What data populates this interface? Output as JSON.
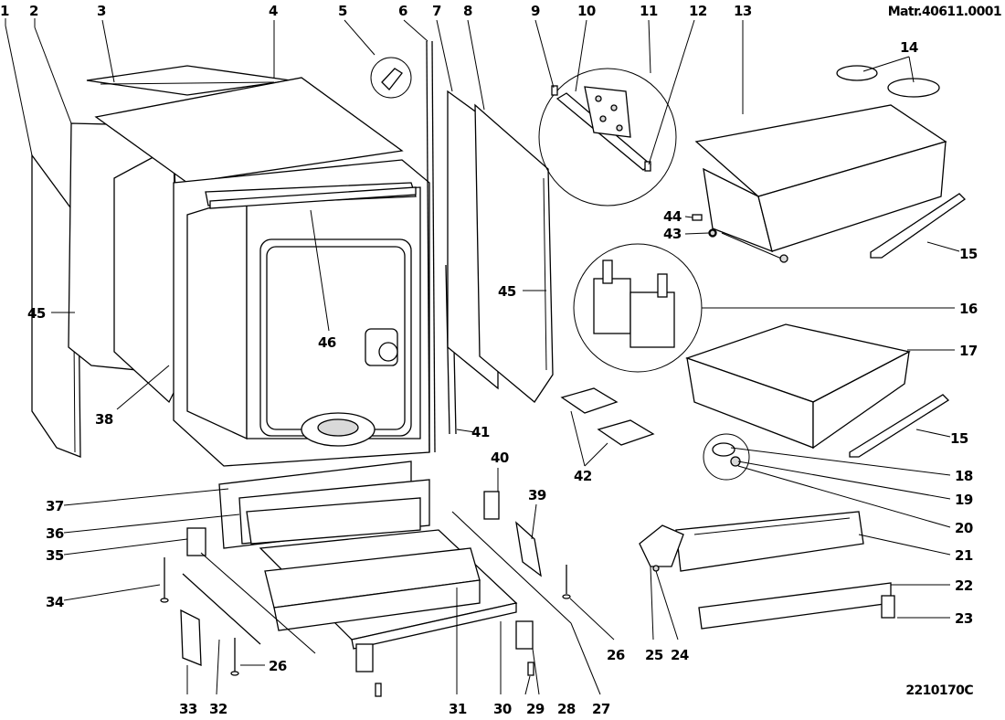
{
  "diagram": {
    "title": "Dishwasher exploded parts diagram",
    "material_code": "Matr.40611.0001",
    "drawing_code": "2210170C",
    "callouts": [
      {
        "id": "c1",
        "label": "1"
      },
      {
        "id": "c2",
        "label": "2"
      },
      {
        "id": "c3",
        "label": "3"
      },
      {
        "id": "c4",
        "label": "4"
      },
      {
        "id": "c5",
        "label": "5"
      },
      {
        "id": "c6",
        "label": "6"
      },
      {
        "id": "c7",
        "label": "7"
      },
      {
        "id": "c8",
        "label": "8"
      },
      {
        "id": "c9",
        "label": "9"
      },
      {
        "id": "c10",
        "label": "10"
      },
      {
        "id": "c11",
        "label": "11"
      },
      {
        "id": "c12",
        "label": "12"
      },
      {
        "id": "c13",
        "label": "13"
      },
      {
        "id": "c14",
        "label": "14"
      },
      {
        "id": "c15a",
        "label": "15"
      },
      {
        "id": "c15b",
        "label": "15"
      },
      {
        "id": "c16",
        "label": "16"
      },
      {
        "id": "c17",
        "label": "17"
      },
      {
        "id": "c18",
        "label": "18"
      },
      {
        "id": "c19",
        "label": "19"
      },
      {
        "id": "c20",
        "label": "20"
      },
      {
        "id": "c21",
        "label": "21"
      },
      {
        "id": "c22",
        "label": "22"
      },
      {
        "id": "c23",
        "label": "23"
      },
      {
        "id": "c24",
        "label": "24"
      },
      {
        "id": "c25",
        "label": "25"
      },
      {
        "id": "c26a",
        "label": "26"
      },
      {
        "id": "c26b",
        "label": "26"
      },
      {
        "id": "c27",
        "label": "27"
      },
      {
        "id": "c28",
        "label": "28"
      },
      {
        "id": "c29",
        "label": "29"
      },
      {
        "id": "c30",
        "label": "30"
      },
      {
        "id": "c31",
        "label": "31"
      },
      {
        "id": "c32",
        "label": "32"
      },
      {
        "id": "c33",
        "label": "33"
      },
      {
        "id": "c34",
        "label": "34"
      },
      {
        "id": "c35",
        "label": "35"
      },
      {
        "id": "c36",
        "label": "36"
      },
      {
        "id": "c37",
        "label": "37"
      },
      {
        "id": "c38",
        "label": "38"
      },
      {
        "id": "c39",
        "label": "39"
      },
      {
        "id": "c40",
        "label": "40"
      },
      {
        "id": "c41",
        "label": "41"
      },
      {
        "id": "c42",
        "label": "42"
      },
      {
        "id": "c43",
        "label": "43"
      },
      {
        "id": "c44",
        "label": "44"
      },
      {
        "id": "c45a",
        "label": "45"
      },
      {
        "id": "c45b",
        "label": "45"
      },
      {
        "id": "c46",
        "label": "46"
      }
    ]
  }
}
